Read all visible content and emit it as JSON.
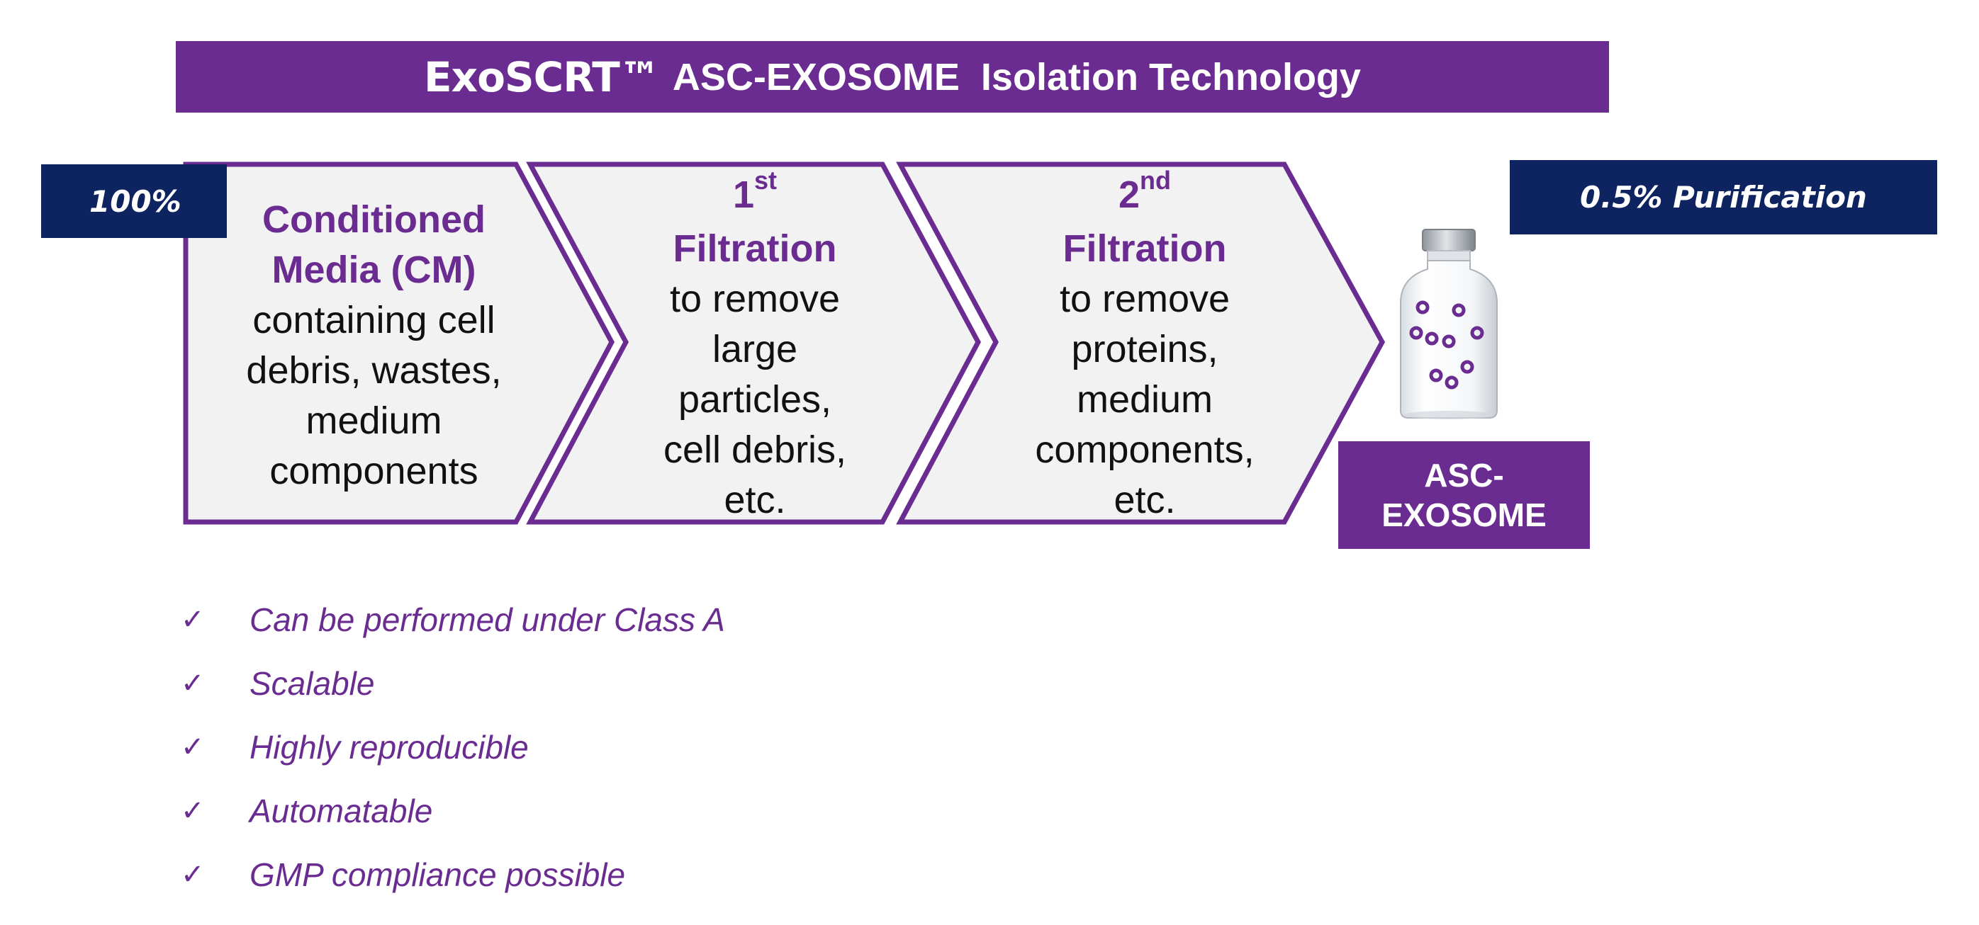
{
  "title": {
    "brand": "ExoSCRT™",
    "rest": "ASC-EXOSOME  Isolation Technology"
  },
  "tags": {
    "start": "100%",
    "end": "0.5% Purification"
  },
  "steps": [
    {
      "heading_lines": [
        "Conditioned",
        "Media (CM)"
      ],
      "body_lines": [
        "containing cell",
        "debris, wastes,",
        "medium",
        "components"
      ]
    },
    {
      "ordinal_num": "1",
      "ordinal_sup": "st",
      "heading": "Filtration",
      "body_lines": [
        "to remove",
        "large",
        "particles,",
        "cell debris,",
        "etc."
      ]
    },
    {
      "ordinal_num": "2",
      "ordinal_sup": "nd",
      "heading": "Filtration",
      "body_lines": [
        "to remove",
        "proteins,",
        "medium",
        "components,",
        "etc."
      ]
    }
  ],
  "result": {
    "lines": [
      "ASC-",
      "EXOSOME"
    ]
  },
  "benefits": {
    "check_glyph": "✓",
    "items": [
      "Can be performed under Class A",
      "Scalable",
      "Highly reproducible",
      "Automatable",
      "GMP compliance possible"
    ]
  },
  "colors": {
    "purple": "#6a2c91",
    "navy": "#0e2461",
    "chevron_fill": "#f2f2f2"
  }
}
